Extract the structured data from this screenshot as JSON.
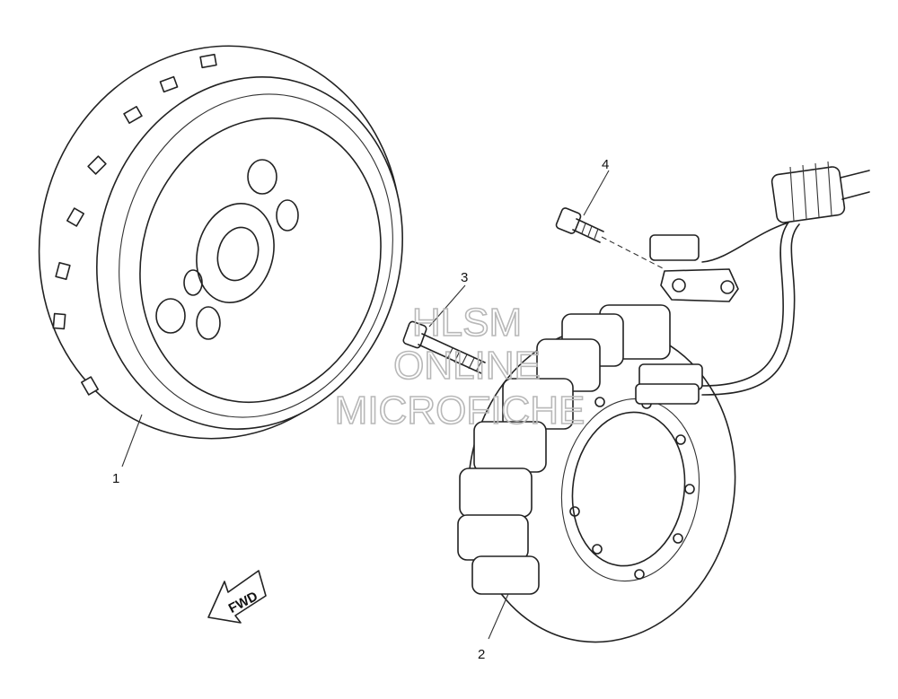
{
  "callouts": [
    {
      "id": "1",
      "label": "1"
    },
    {
      "id": "2",
      "label": "2"
    },
    {
      "id": "3",
      "label": "3"
    },
    {
      "id": "4",
      "label": "4"
    }
  ],
  "direction_arrow": {
    "label": "FWD"
  },
  "watermark": {
    "line1": "HLSM",
    "line2": "ONLINE",
    "line3": "MICROFICHE"
  }
}
